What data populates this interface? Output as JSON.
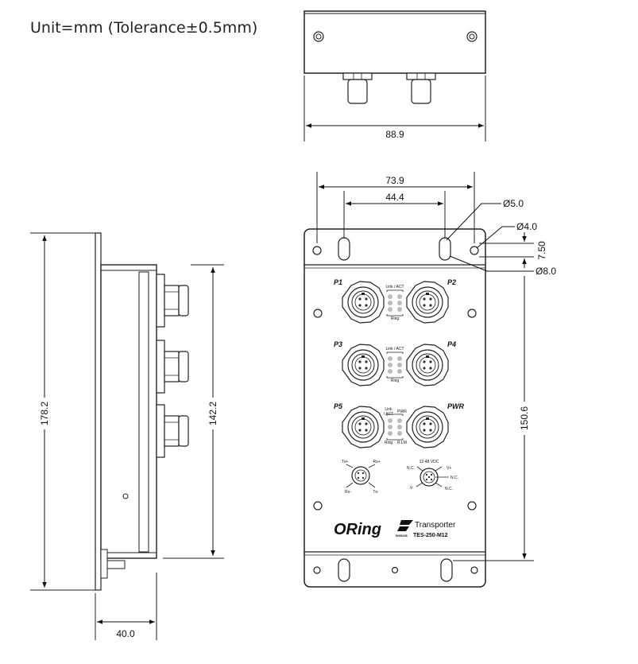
{
  "title": "Unit=mm (Tolerance±0.5mm)",
  "dimensions": {
    "top_width": "88.9",
    "hole_span_outer": "73.9",
    "hole_span_inner": "44.4",
    "hole_dia_large": "Ø5.0",
    "hole_dia_small": "Ø4.0",
    "hole_offset": "7.50",
    "hole_dia_slot": "Ø8.0",
    "front_height": "150.6",
    "side_total_height": "178.2",
    "side_body_height": "142.2",
    "side_depth": "40.0"
  },
  "ports": {
    "p1": "P1",
    "p2": "P2",
    "p3": "P3",
    "p4": "P4",
    "p5": "P5",
    "pwr": "PWR",
    "link_act": "Link / ACT",
    "ring": "Ring",
    "link5": "Link",
    "act5": "/ ACT",
    "pwr_led": "PWR",
    "ring5": "Ring",
    "rlm": "R.LM"
  },
  "console": {
    "tx_plus": "Tx+",
    "rx_plus": "Rx+",
    "rx_minus": "Rx-",
    "tx_minus": "Tx-"
  },
  "power": {
    "voltage": "12-48 VDC",
    "nc1": "N.C.",
    "vplus": "V+",
    "nc2": "N.C.",
    "vminus": "V-",
    "nc3": "N.C."
  },
  "branding": {
    "logo": "ORing",
    "product_line": "Transporter",
    "model": "TES-250-M12",
    "badge": "EN50155"
  }
}
